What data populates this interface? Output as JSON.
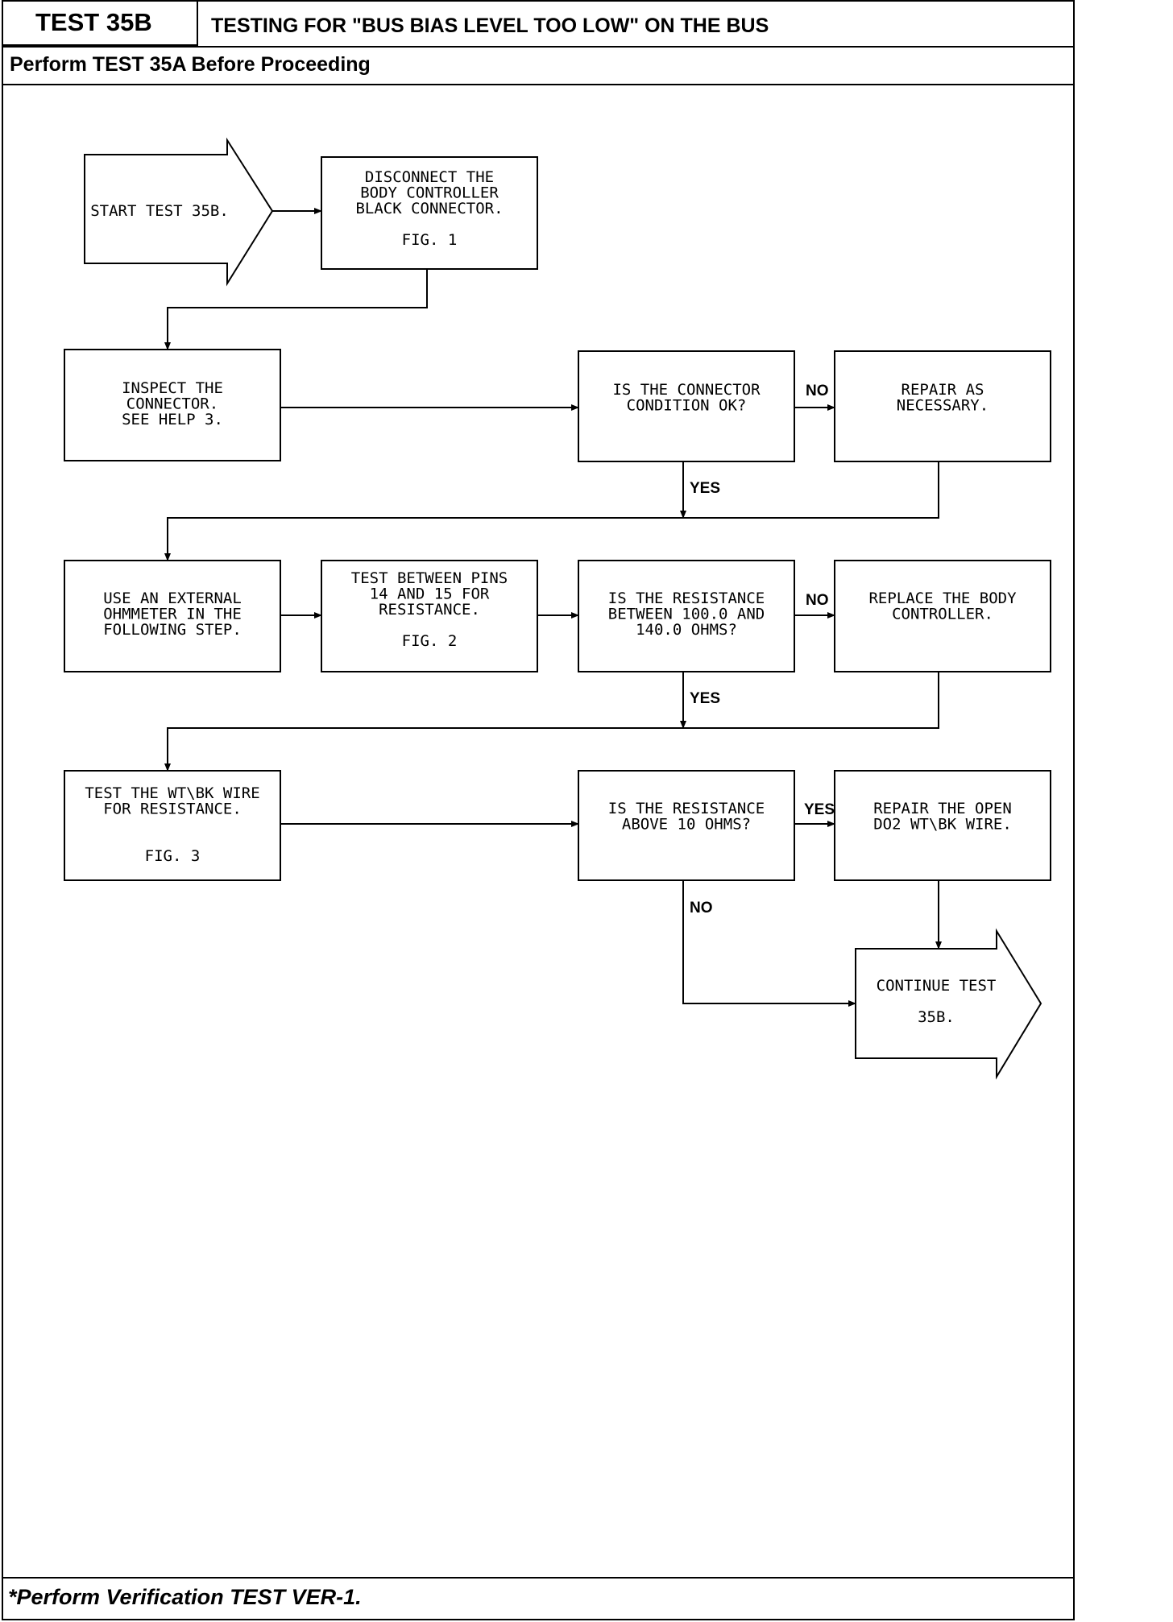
{
  "header": {
    "test_id": "TEST 35B",
    "title": "TESTING FOR \"BUS BIAS LEVEL TOO LOW\" ON THE BUS",
    "prerequisite": "Perform TEST 35A Before Proceeding"
  },
  "footer": {
    "note": "*Perform Verification TEST VER-1."
  },
  "flowchart": {
    "start": [
      "START TEST 35B."
    ],
    "disconnect": [
      "DISCONNECT THE",
      "BODY CONTROLLER",
      "BLACK CONNECTOR.",
      "",
      "FIG. 1"
    ],
    "inspect": [
      "INSPECT THE",
      "CONNECTOR.",
      "SEE HELP 3."
    ],
    "q_connector": [
      "IS THE CONNECTOR",
      "CONDITION OK?"
    ],
    "repair_connector": [
      "REPAIR AS",
      "NECESSARY."
    ],
    "use_ohmmeter": [
      "USE AN EXTERNAL",
      "OHMMETER IN THE",
      "FOLLOWING STEP."
    ],
    "test_pins": [
      "TEST BETWEEN PINS",
      "14 AND 15 FOR",
      "RESISTANCE.",
      "",
      "FIG. 2"
    ],
    "q_resistance_range": [
      "IS THE RESISTANCE",
      "BETWEEN 100.0 AND",
      "140.0 OHMS?"
    ],
    "replace_controller": [
      "REPLACE THE BODY",
      "CONTROLLER."
    ],
    "test_wire": [
      "TEST THE WT\\BK WIRE",
      "FOR RESISTANCE.",
      "",
      "",
      "FIG. 3"
    ],
    "q_resistance_above": [
      "IS THE RESISTANCE",
      "ABOVE 10 OHMS?"
    ],
    "repair_wire": [
      "REPAIR THE OPEN",
      "DO2 WT\\BK WIRE."
    ],
    "continue": [
      "CONTINUE TEST",
      "",
      "35B."
    ],
    "labels": {
      "no1": "NO",
      "yes1": "YES",
      "no2": "NO",
      "yes2": "YES",
      "yes3": "YES",
      "no3": "NO"
    }
  }
}
